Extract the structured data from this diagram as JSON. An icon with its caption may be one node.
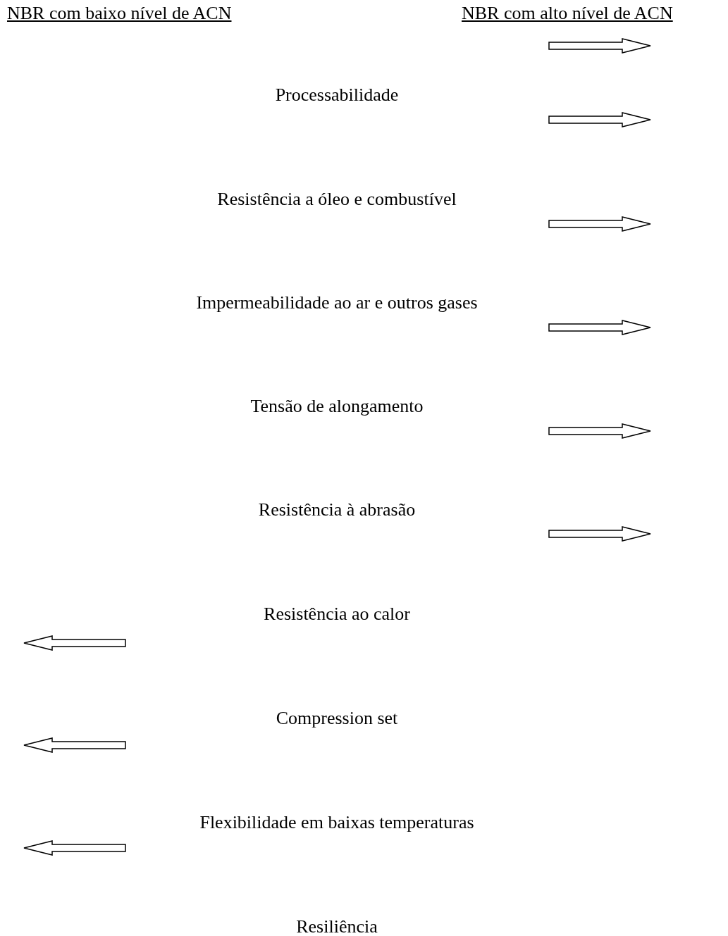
{
  "diagram": {
    "labels": [
      "NBR com baixo nível de ACN",
      "NBR com alto nível de ACN",
      "Processabilidade",
      "Resistência a óleo e combustível",
      "Impermeabilidade ao ar e outros gases",
      "Tensão de alongamento",
      "Resistência à abrasão",
      "Resistência ao calor",
      "Compression set",
      "Flexibilidade em baixas temperaturas",
      "Resiliência"
    ]
  }
}
